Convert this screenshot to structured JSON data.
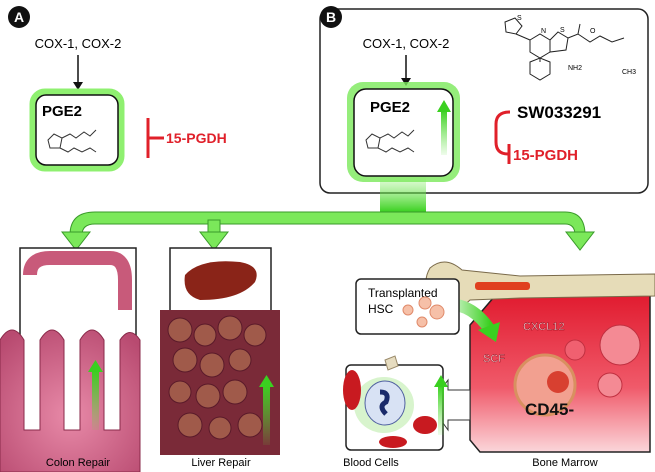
{
  "panel_a": {
    "badge": "A",
    "enzymes": "COX-1, COX-2",
    "molecule": "PGE2",
    "inhibitor": "15-PGDH"
  },
  "panel_b": {
    "badge": "B",
    "enzymes": "COX-1, COX-2",
    "molecule": "PGE2",
    "compound": "SW033291",
    "target": "15-PGDH",
    "structure_labels": {
      "s1": "S",
      "n": "N",
      "s2": "S",
      "o": "O",
      "nh2": "NH2",
      "ch3": "CH3"
    }
  },
  "outcomes": {
    "colon": "Colon Repair",
    "liver": "Liver Repair",
    "blood": "Blood Cells",
    "marrow": "Bone Marrow"
  },
  "marrow": {
    "transplant": "Transplanted",
    "hsc": "HSC",
    "cxcl12": "CXCL12",
    "scf": "SCF",
    "cd45": "CD45-"
  },
  "colors": {
    "green": "#5ee03a",
    "red": "#e0202a",
    "marrow": "#e8283a"
  }
}
